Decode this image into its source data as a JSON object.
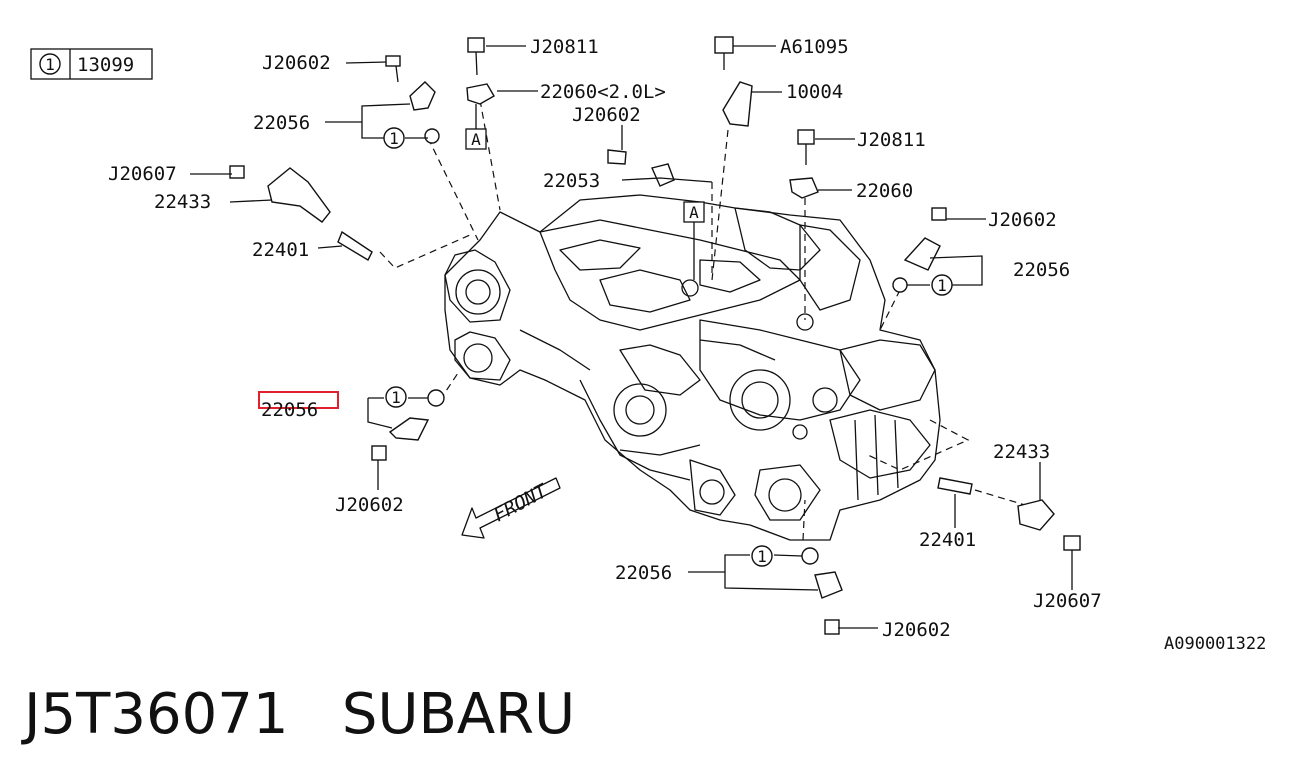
{
  "legend": {
    "number": "1",
    "part": "13099"
  },
  "labels": {
    "j20602_top_left": "J20602",
    "p22056_top_left": "22056",
    "j20811_top": "J20811",
    "p22060_variant": "22060<2.0L>",
    "a61095": "A61095",
    "p10004": "10004",
    "j20602_mid": "J20602",
    "p22053": "22053",
    "j20811_right": "J20811",
    "p22060": "22060",
    "j20607_left": "J20607",
    "p22433_left": "22433",
    "p22401_left": "22401",
    "j20602_right": "J20602",
    "p22056_right": "22056",
    "p22056_left_highlight": "22056",
    "j20602_left_bottom": "J20602",
    "front": "FRONT",
    "p22433_right": "22433",
    "p22401_right": "22401",
    "j20607_right": "J20607",
    "p22056_bottom": "22056",
    "j20602_bottom": "J20602",
    "callout_a": "A",
    "callout_a2": "A",
    "circle_1": "1"
  },
  "reference_code": "A090001322",
  "footer": {
    "part_number": "J5T36071",
    "brand": "SUBARU"
  },
  "colors": {
    "highlight": "#e0202a",
    "line": "#111111"
  }
}
